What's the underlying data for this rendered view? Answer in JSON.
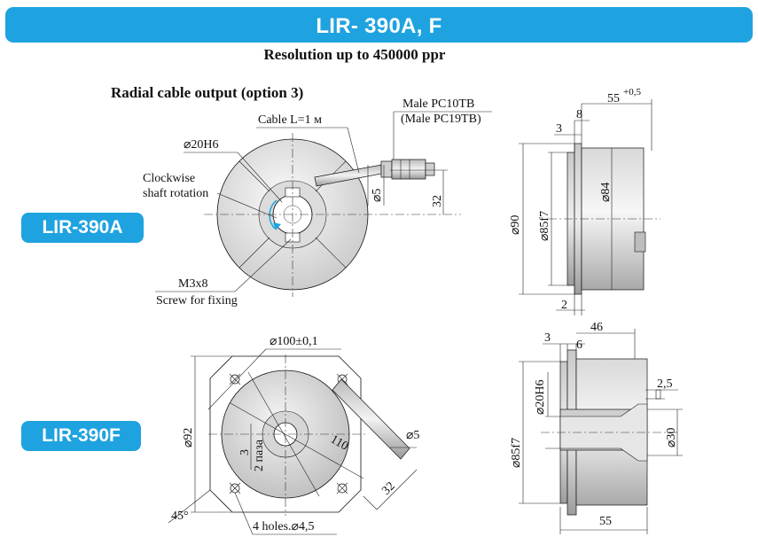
{
  "header": {
    "title": "LIR- 390A, F"
  },
  "subtitle": "Resolution up to 450000 ppr",
  "section_title": "Radial cable output (option 3)",
  "models": {
    "a": "LIR-390A",
    "f": "LIR-390F"
  },
  "labels": {
    "male_connector": "Male  PC10TB",
    "male_connector_alt": "(Male PC19TB)",
    "cable": "Cable L=1 м",
    "shaft_bore_a": "⌀20H6",
    "rotation_line1": "Clockwise",
    "rotation_line2": "shaft rotation",
    "screw_size": "M3x8",
    "screw_note": "Screw for fixing",
    "bolt_circle": "⌀100±0,1",
    "holes": "4 holes.⌀4,5",
    "angle": "45°",
    "groove_count": "3",
    "groove_word": "2 паза",
    "marker_110": "110",
    "cable_dia_f": "⌀5"
  },
  "dims_a_front": {
    "cable_dia": "⌀5",
    "cable_offset": "32"
  },
  "dims_a_side": {
    "length": "55",
    "length_tol": "+0,5",
    "flange": "8",
    "step": "3",
    "gap": "2",
    "outer_dia": "⌀90",
    "pilot_dia": "⌀85f7",
    "body_dia": "⌀84"
  },
  "dims_f_front": {
    "height": "⌀92",
    "cable_offset": "32"
  },
  "dims_f_side": {
    "length_top": "46",
    "step": "3",
    "flange": "6",
    "groove": "2,5",
    "bore_dia": "⌀20H6",
    "shaft_dia": "⌀30",
    "pilot_dia": "⌀85f7",
    "length_bottom": "55"
  },
  "colors": {
    "accent": "#1fa3e0",
    "body_light": "#eeeeee",
    "body_dark": "#b5b5b5"
  }
}
